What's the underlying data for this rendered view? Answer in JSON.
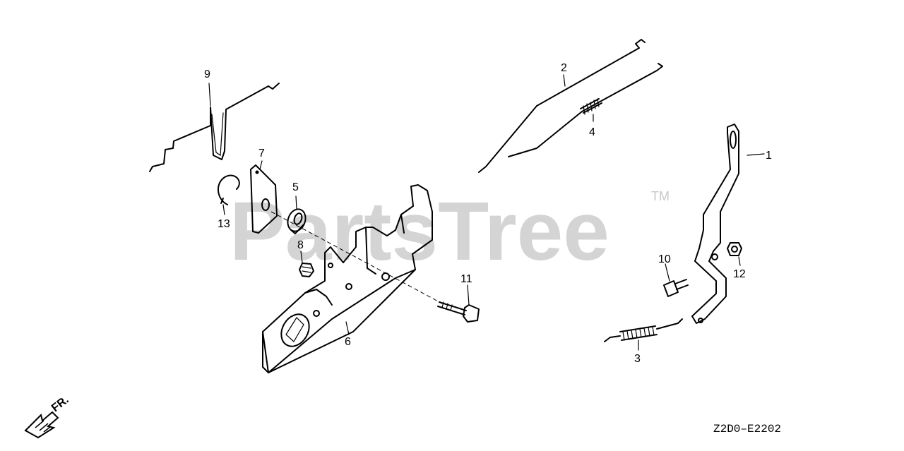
{
  "watermark": {
    "text": "PartsTree",
    "trademark": "TM"
  },
  "diagram_code": "Z2D0–E2202",
  "direction_indicator": {
    "label": "FR."
  },
  "callouts": {
    "c1": "1",
    "c2": "2",
    "c3": "3",
    "c4": "4",
    "c5": "5",
    "c6": "6",
    "c7": "7",
    "c8": "8",
    "c9": "9",
    "c10": "10",
    "c11": "11",
    "c12": "12",
    "c13": "13"
  }
}
